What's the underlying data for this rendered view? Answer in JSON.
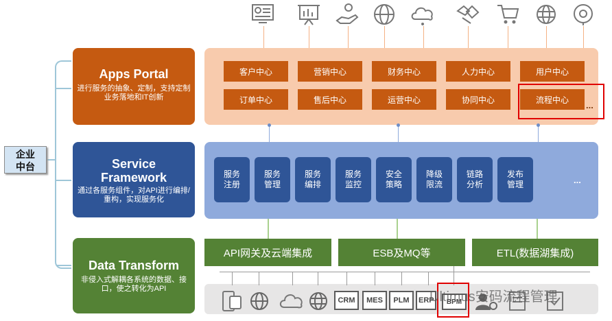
{
  "enterprise": {
    "title_line1": "企业",
    "title_line2": "中台"
  },
  "layers": {
    "apps": {
      "title": "Apps Portal",
      "desc": "进行服务的抽象、定制，支持定制业务落地和IT创新"
    },
    "service": {
      "title_line1": "Service",
      "title_line2": "Framework",
      "desc": "通过各服务组件，对API进行编排/重构，实现服务化"
    },
    "data": {
      "title": "Data Transform",
      "desc": "非侵入式解耦各系统的数据、接口，使之转化为API"
    }
  },
  "apps_centers": {
    "row1": [
      "客户中心",
      "营销中心",
      "财务中心",
      "人力中心",
      "用户中心"
    ],
    "row2": [
      "订单中心",
      "售后中心",
      "运营中心",
      "协同中心",
      "流程中心"
    ],
    "more": "..."
  },
  "service_items": [
    {
      "l1": "服务",
      "l2": "注册"
    },
    {
      "l1": "服务",
      "l2": "管理"
    },
    {
      "l1": "服务",
      "l2": "编排"
    },
    {
      "l1": "服务",
      "l2": "监控"
    },
    {
      "l1": "安全",
      "l2": "策略"
    },
    {
      "l1": "降级",
      "l2": "限流"
    },
    {
      "l1": "链路",
      "l2": "分析"
    },
    {
      "l1": "发布",
      "l2": "管理"
    }
  ],
  "service_more": "...",
  "data_items": [
    "API网关及云端集成",
    "ESB及MQ等",
    "ETL(数据湖集成)"
  ],
  "top_icons": [
    "dashboard-icon",
    "presentation-board-icon",
    "hand-money-icon",
    "globe-network-icon",
    "cloud-network-icon",
    "handshake-icon",
    "shopping-cart-icon",
    "globe-icon",
    "brain-gear-icon"
  ],
  "systems": [
    "CRM",
    "MES",
    "PLM",
    "ERP",
    "BPM"
  ],
  "bottom_icons": [
    "mobile-device-icon",
    "globe-icon",
    "cloud-icon",
    "globe-icon",
    "user-gear-icon",
    "document-icon",
    "document-check-icon"
  ],
  "watermark": "Ultimus安码流程管理",
  "colors": {
    "orange": "#c55a11",
    "navy": "#2f5597",
    "green": "#548235",
    "highlight": "#e00000"
  }
}
